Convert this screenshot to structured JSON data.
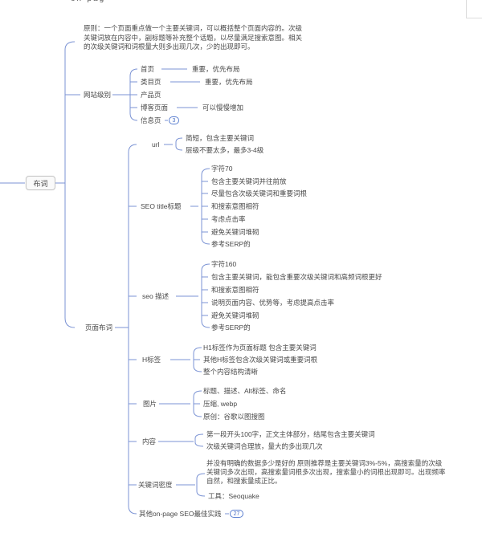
{
  "colors": {
    "line": "#7b93d4",
    "text": "#4a4a4a",
    "badge": "#4a6fc4",
    "root_border": "#c6c6c6"
  },
  "artifacts": {
    "top_clipped_text": "on-pag"
  },
  "mindmap": {
    "root": "布词",
    "note": "原则：一个页面重点做一个主要关键词，可以概括整个页面内容的。次级关键词放在内容中，副标题等补充整个话题，以尽量满足搜索意图。相关的次级关键词和词根量大则多出现几次，少的出现即可。",
    "site_level": {
      "label": "网站级别",
      "home": {
        "label": "首页",
        "detail": "重要，优先布局"
      },
      "category": {
        "label": "类目页",
        "detail": "重要，优先布局"
      },
      "product": {
        "label": "产品页"
      },
      "blog": {
        "label": "博客页面",
        "detail": "可以慢慢增加"
      },
      "info": {
        "label": "信息页",
        "badge": "3"
      }
    },
    "page_layout": {
      "label": "页面布词",
      "url": {
        "label": "url",
        "items": [
          "简短，包含主要关键词",
          "层级不要太多，最多3-4级"
        ]
      },
      "seo_title": {
        "label": "SEO title标题",
        "items": [
          "字符70",
          "包含主要关键词并往前放",
          "尽量包含次级关键词和重要词根",
          "和搜索意图相符",
          "考虑点击率",
          "避免关键词堆砌",
          "参考SERP的"
        ]
      },
      "seo_desc": {
        "label": "seo 描述",
        "items": [
          "字符160",
          "包含主要关键词，能包含重要次级关键词和高频词根更好",
          "和搜索意图相符",
          "说明页面内容、优势等，考虑提高点击率",
          "避免关键词堆砌",
          "参考SERP的"
        ]
      },
      "h_tags": {
        "label": "H标签",
        "items": [
          "H1标签作为页面标题 包含主要关键词",
          "其他H标签包含次级关键词或重要词根",
          "整个内容结构清晰"
        ]
      },
      "images": {
        "label": "图片",
        "items": [
          "标题、描述、Alt标签、命名",
          "压缩, webp",
          "原创：谷歌以图搜图"
        ]
      },
      "content": {
        "label": "内容",
        "items": [
          "第一段开头100字，正文主体部分，结尾包含主要关键词",
          "次级关键词合理放，量大的多出现几次"
        ]
      },
      "density": {
        "label": "关键词密度",
        "note": "并没有明确的数据多少是好的 原则推荐是主要关键词3%-5%，高搜索量的次级关键词多次出现，高搜索量词根多次出现，搜索量小的词根出现即可。出现频率自然，和搜索量成正比。",
        "tool": "工具：Seoquake"
      },
      "others": {
        "label": "其他on-page SEO最佳实践",
        "badge": "27"
      }
    }
  }
}
